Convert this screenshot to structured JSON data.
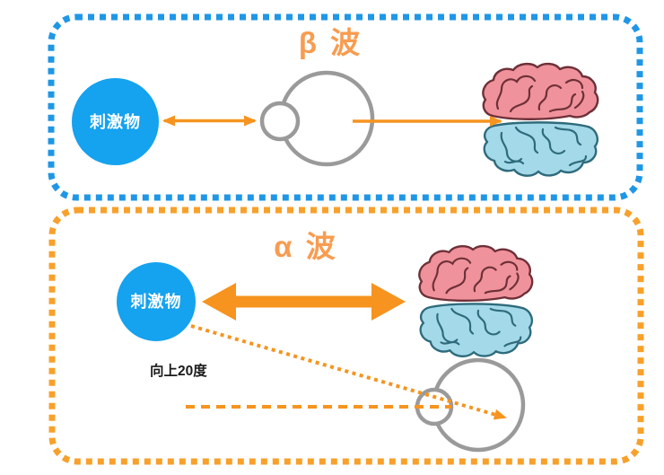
{
  "panels": {
    "beta": {
      "title": "β 波",
      "stimulus_label": "刺激物"
    },
    "alpha": {
      "title": "α 波",
      "stimulus_label": "刺激物",
      "angle_label": "向上20度"
    }
  },
  "icons": {
    "brain-icon": "cartoon brain, pink upper lobe and light-blue lower lobe with gyri squiggles",
    "eye-icon": "gray outlined eyeball circle with small lens circle on its left",
    "double-arrow-icon": "orange double-headed arrow between stimulus and eye/brain",
    "single-arrow-icon": "orange arrow from eye into brain",
    "gaze-dotted-arrow-icon": "orange dotted arrow from stimulus down into the eye",
    "horizontal-dashed-line-icon": "orange dashed horizontal sight line"
  },
  "colors": {
    "beta_panel_border": "#1F97E6",
    "alpha_panel_border": "#F7A12C",
    "stimulus_circle": "#15A2EF",
    "stimulus_text": "#FFFFFF",
    "arrow_orange": "#F6941F",
    "title_orange": "#F89C50",
    "eye_outline_gray": "#9A9A9A",
    "brain_pink_fill": "#F0929B",
    "brain_pink_outline": "#6E3038",
    "brain_blue_fill": "#A3D9E8",
    "brain_blue_outline": "#2F6B7C",
    "angle_text": "#1B1B1B",
    "background": "#FFFFFF"
  }
}
